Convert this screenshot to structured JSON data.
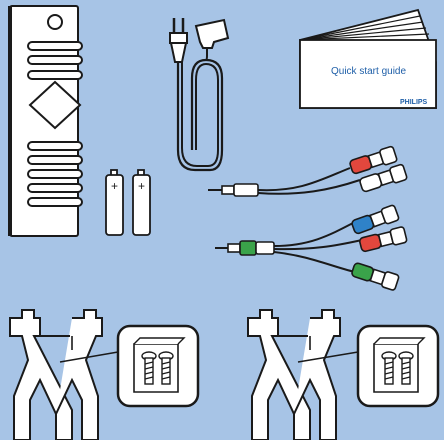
{
  "colors": {
    "background": "#a7c4e6",
    "outline": "#1a1a1a",
    "paper": "#ffffff",
    "brand_blue": "#1f5fa8",
    "plug_red": "#e2473d",
    "plug_green": "#3aa34a",
    "plug_blue": "#2f82c8"
  },
  "guide": {
    "title": "Quick start guide",
    "brand": "PHILIPS"
  },
  "batteries": {
    "count": 2,
    "symbol": "+"
  },
  "items": {
    "remote": "remote-control",
    "power_cord": "power-cord",
    "av_cable": "av-cable",
    "component_cable": "component-video-cable",
    "stand": "tv-stand-base"
  }
}
